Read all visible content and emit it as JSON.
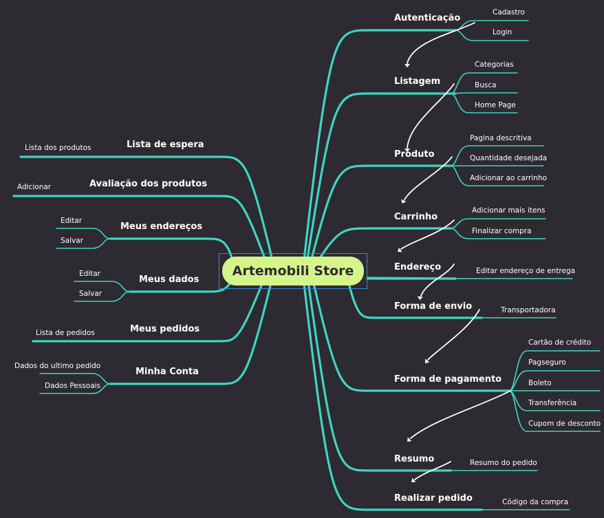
{
  "central": "Artemobili Store",
  "colors": {
    "background": "#2e2a31",
    "branch": "#3dd6c4",
    "central_fill": "#d5f58b",
    "central_border": "#3b88d8",
    "arrow": "#ffffff"
  },
  "right_branches": [
    {
      "label": "Autenticação",
      "children": [
        "Cadastro",
        "Login"
      ]
    },
    {
      "label": "Listagem",
      "children": [
        "Categorias",
        "Busca",
        "Home Page"
      ]
    },
    {
      "label": "Produto",
      "children": [
        "Pagina descritiva",
        "Quantidade desejada",
        "Adicionar ao carrinho"
      ]
    },
    {
      "label": "Carrinho",
      "children": [
        "Adicionar mais itens",
        "Finalizar compra"
      ]
    },
    {
      "label": "Endereço",
      "children": [
        "Editar endereço de entrega"
      ]
    },
    {
      "label": "Forma de envio",
      "children": [
        "Transportadora"
      ]
    },
    {
      "label": "Forma de pagamento",
      "children": [
        "Cartão de crédito",
        "Pagseguro",
        "Boleto",
        "Transferência",
        "Cupom de desconto"
      ]
    },
    {
      "label": "Resumo",
      "children": [
        "Resumo do pedido"
      ]
    },
    {
      "label": "Realizar pedido",
      "children": [
        "Código da compra"
      ]
    }
  ],
  "left_branches": [
    {
      "label": "Lista de espera",
      "children": [
        "Lista dos produtos"
      ]
    },
    {
      "label": "Avaliação dos produtos",
      "children": [
        "Adicionar"
      ]
    },
    {
      "label": "Meus endereços",
      "children": [
        "Editar",
        "Salvar"
      ]
    },
    {
      "label": "Meus dados",
      "children": [
        "Editar",
        "Salvar"
      ]
    },
    {
      "label": "Meus pedidos",
      "children": [
        "Lista de pedidos"
      ]
    },
    {
      "label": "Minha Conta",
      "children": [
        "Dados do ultimo pedido",
        "Dados Pessoais"
      ]
    }
  ]
}
